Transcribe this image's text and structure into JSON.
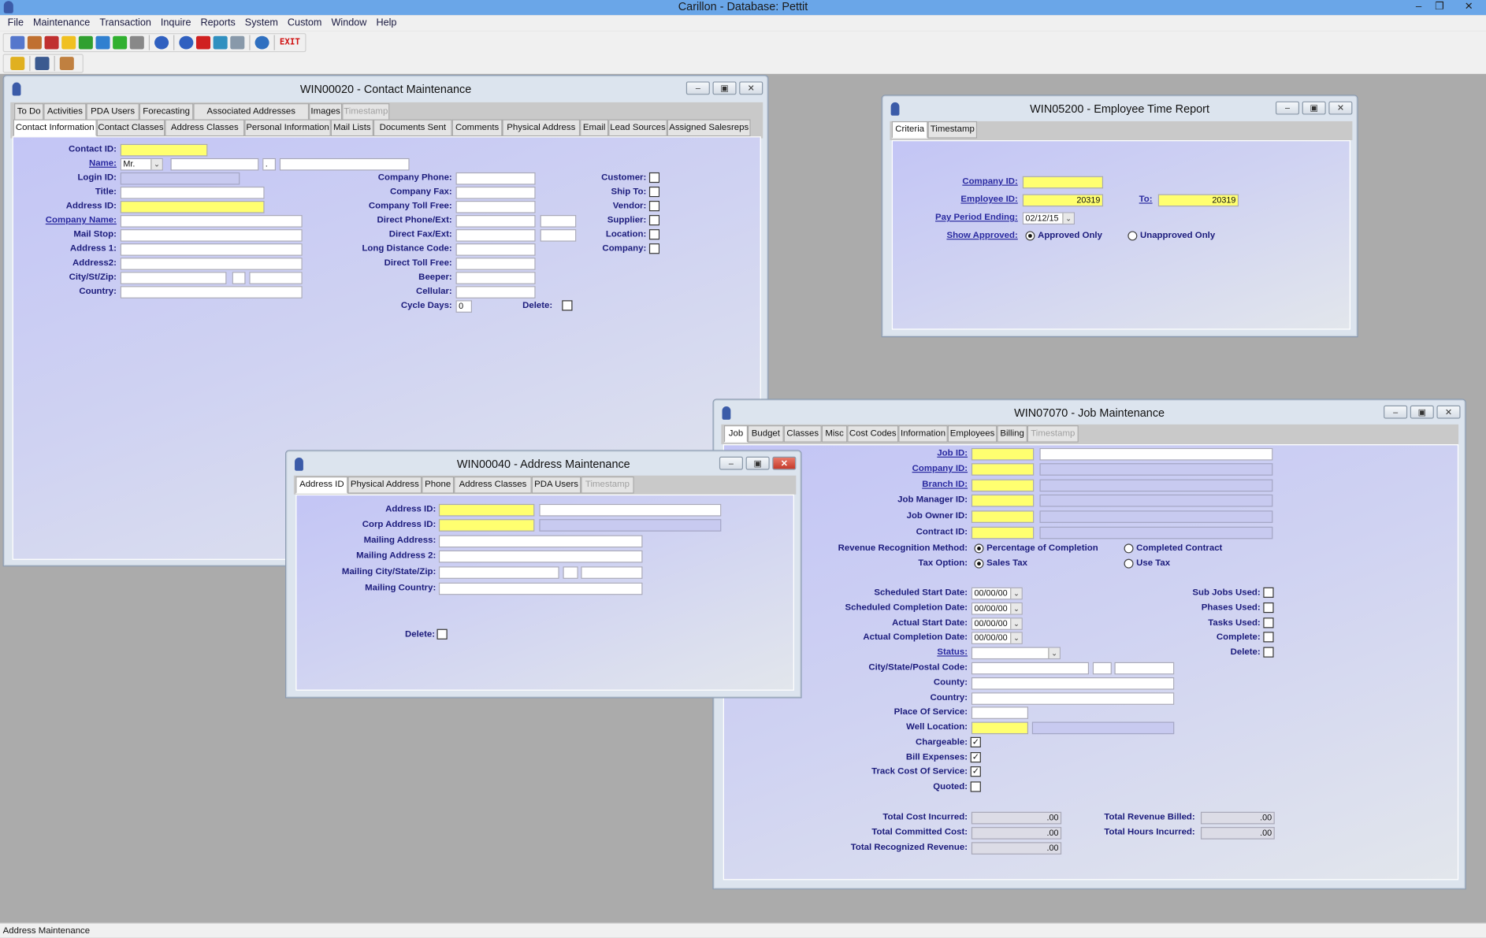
{
  "app": {
    "title": "Carillon - Database: Pettit",
    "menu": [
      "File",
      "Maintenance",
      "Transaction",
      "Inquire",
      "Reports",
      "System",
      "Custom",
      "Window",
      "Help"
    ],
    "status_text": "Address Maintenance",
    "exit_label": "EXIT"
  },
  "toolbar": {
    "row1_icons": [
      "contact-card-icon",
      "address-book-icon",
      "rocket-icon",
      "hard-hat-icon",
      "dollar-icon",
      "document-icon",
      "upload-icon",
      "printer-icon",
      "clock-icon",
      "clock-icon",
      "flag-icon",
      "refresh-icon",
      "window-list-icon",
      "help-icon"
    ],
    "row2_icons": [
      "broom-icon",
      "save-icon",
      "exit-door-icon"
    ]
  },
  "contact": {
    "title": "WIN00020 - Contact Maintenance",
    "tabs_row1": [
      "To Do",
      "Activities",
      "PDA Users",
      "Forecasting",
      "Associated Addresses",
      "Images",
      "Timestamp"
    ],
    "tabs_row2": [
      "Contact Information",
      "Contact Classes",
      "Address Classes",
      "Personal Information",
      "Mail Lists",
      "Documents Sent",
      "Comments",
      "Physical Address",
      "Email",
      "Lead Sources",
      "Assigned Salesreps"
    ],
    "labels": {
      "contact_id": "Contact ID:",
      "name": "Name:",
      "login_id": "Login ID:",
      "title": "Title:",
      "address_id": "Address ID:",
      "company_name": "Company Name:",
      "mail_stop": "Mail Stop:",
      "address1": "Address 1:",
      "address2": "Address2:",
      "city": "City/St/Zip:",
      "country": "Country:",
      "company_phone": "Company Phone:",
      "company_fax": "Company Fax:",
      "company_toll_free": "Company Toll Free:",
      "direct_phone": "Direct Phone/Ext:",
      "direct_fax": "Direct Fax/Ext:",
      "long_distance": "Long Distance Code:",
      "direct_toll_free": "Direct Toll Free:",
      "beeper": "Beeper:",
      "cellular": "Cellular:",
      "cycle_days": "Cycle Days:",
      "delete": "Delete:",
      "customer": "Customer:",
      "ship_to": "Ship To:",
      "vendor": "Vendor:",
      "supplier": "Supplier:",
      "location": "Location:",
      "company": "Company:"
    },
    "values": {
      "salutation": "Mr.",
      "middle_initial": ".",
      "cycle_days": "0"
    }
  },
  "time_report": {
    "title": "WIN05200 - Employee Time Report",
    "tabs": [
      "Criteria",
      "Timestamp"
    ],
    "labels": {
      "company_id": "Company ID:",
      "employee_id": "Employee ID:",
      "to": "To:",
      "pay_period": "Pay Period Ending:",
      "show_approved": "Show Approved:"
    },
    "values": {
      "employee_from": "20319",
      "employee_to": "20319",
      "pay_period": "02/12/15"
    },
    "options": {
      "approved": "Approved Only",
      "unapproved": "Unapproved Only"
    },
    "selected": "approved"
  },
  "job": {
    "title": "WIN07070 - Job Maintenance",
    "tabs": [
      "Job",
      "Budget",
      "Classes",
      "Misc",
      "Cost Codes",
      "Information",
      "Employees",
      "Billing",
      "Timestamp"
    ],
    "labels": {
      "job_id": "Job ID:",
      "company_id": "Company ID:",
      "branch_id": "Branch ID:",
      "job_manager": "Job Manager ID:",
      "job_owner": "Job Owner ID:",
      "contract_id": "Contract ID:",
      "revenue_method": "Revenue Recognition Method:",
      "tax_option": "Tax Option:",
      "sched_start": "Scheduled Start Date:",
      "sched_complete": "Scheduled Completion Date:",
      "actual_start": "Actual Start Date:",
      "actual_complete": "Actual Completion Date:",
      "status": "Status:",
      "city_state": "City/State/Postal Code:",
      "county": "County:",
      "country": "Country:",
      "place_of_service": "Place Of Service:",
      "well_location": "Well Location:",
      "chargeable": "Chargeable:",
      "bill_expenses": "Bill Expenses:",
      "track_cost": "Track Cost Of Service:",
      "quoted": "Quoted:",
      "sub_jobs": "Sub Jobs Used:",
      "phases": "Phases Used:",
      "tasks": "Tasks Used:",
      "complete": "Complete:",
      "delete": "Delete:",
      "total_cost": "Total Cost Incurred:",
      "total_committed": "Total Committed Cost:",
      "total_recognized": "Total Recognized Revenue:",
      "total_billed": "Total Revenue Billed:",
      "total_hours": "Total Hours Incurred:"
    },
    "options": {
      "pct_completion": "Percentage of Completion",
      "completed_contract": "Completed Contract",
      "sales_tax": "Sales Tax",
      "use_tax": "Use Tax"
    },
    "values": {
      "sched_start": "00/00/00",
      "sched_complete": "00/00/00",
      "actual_start": "00/00/00",
      "actual_complete": "00/00/00",
      "total_cost": ".00",
      "total_committed": ".00",
      "total_recognized": ".00",
      "total_billed": ".00",
      "total_hours": ".00"
    },
    "checks": {
      "chargeable": true,
      "bill_expenses": true,
      "track_cost": true,
      "quoted": false
    }
  },
  "address": {
    "title": "WIN00040 - Address Maintenance",
    "tabs": [
      "Address ID",
      "Physical Address",
      "Phone",
      "Address Classes",
      "PDA Users",
      "Timestamp"
    ],
    "labels": {
      "address_id": "Address ID:",
      "corp_address_id": "Corp Address ID:",
      "mailing_address": "Mailing Address:",
      "mailing_address2": "Mailing Address 2:",
      "mailing_city": "Mailing City/State/Zip:",
      "mailing_country": "Mailing Country:",
      "delete": "Delete:"
    }
  },
  "colors": {
    "required_field": "#ffff70",
    "label": "#1c1c7c",
    "title_bar": "#6aa6e8"
  }
}
